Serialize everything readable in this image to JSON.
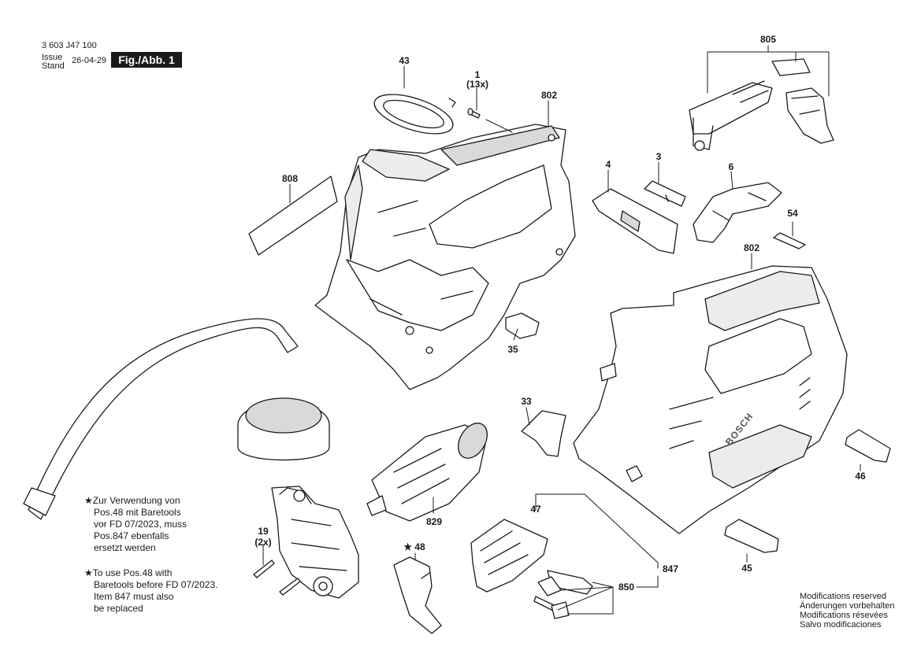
{
  "header": {
    "part_number": "3 603 J47 100",
    "issue_label": "Issue",
    "stand_label": "Stand",
    "issue_date": "26-04-29",
    "figure": "Fig./Abb. 1"
  },
  "parts": [
    {
      "id": "43",
      "label": "43"
    },
    {
      "id": "1",
      "label": "1",
      "qty": "(13x)"
    },
    {
      "id": "802a",
      "label": "802"
    },
    {
      "id": "805",
      "label": "805"
    },
    {
      "id": "808",
      "label": "808"
    },
    {
      "id": "4",
      "label": "4"
    },
    {
      "id": "3",
      "label": "3"
    },
    {
      "id": "6",
      "label": "6"
    },
    {
      "id": "54",
      "label": "54"
    },
    {
      "id": "802b",
      "label": "802"
    },
    {
      "id": "35",
      "label": "35"
    },
    {
      "id": "33",
      "label": "33"
    },
    {
      "id": "46",
      "label": "46"
    },
    {
      "id": "829",
      "label": "829"
    },
    {
      "id": "47",
      "label": "47"
    },
    {
      "id": "19",
      "label": "19",
      "qty": "(2x)"
    },
    {
      "id": "48",
      "label": "★ 48"
    },
    {
      "id": "847",
      "label": "847"
    },
    {
      "id": "850",
      "label": "850"
    },
    {
      "id": "45",
      "label": "45"
    }
  ],
  "brand_mark": "BOSCH",
  "notes": {
    "de": [
      "★Zur Verwendung von",
      "Pos.48 mit Baretools",
      "vor FD 07/2023, muss",
      "Pos.847 ebenfalls",
      "ersetzt werden"
    ],
    "en": [
      "★To use Pos.48 with",
      "Baretools before FD 07/2023.",
      "Item 847 must also",
      "be replaced"
    ]
  },
  "modifications": [
    "Modifications reserved",
    "Änderungen vorbehalten",
    "Modifications résevées",
    "Salvo modificaciones"
  ],
  "colors": {
    "line": "#1a1a1a",
    "fill": "#ffffff",
    "shade": "#d9d9d9"
  }
}
